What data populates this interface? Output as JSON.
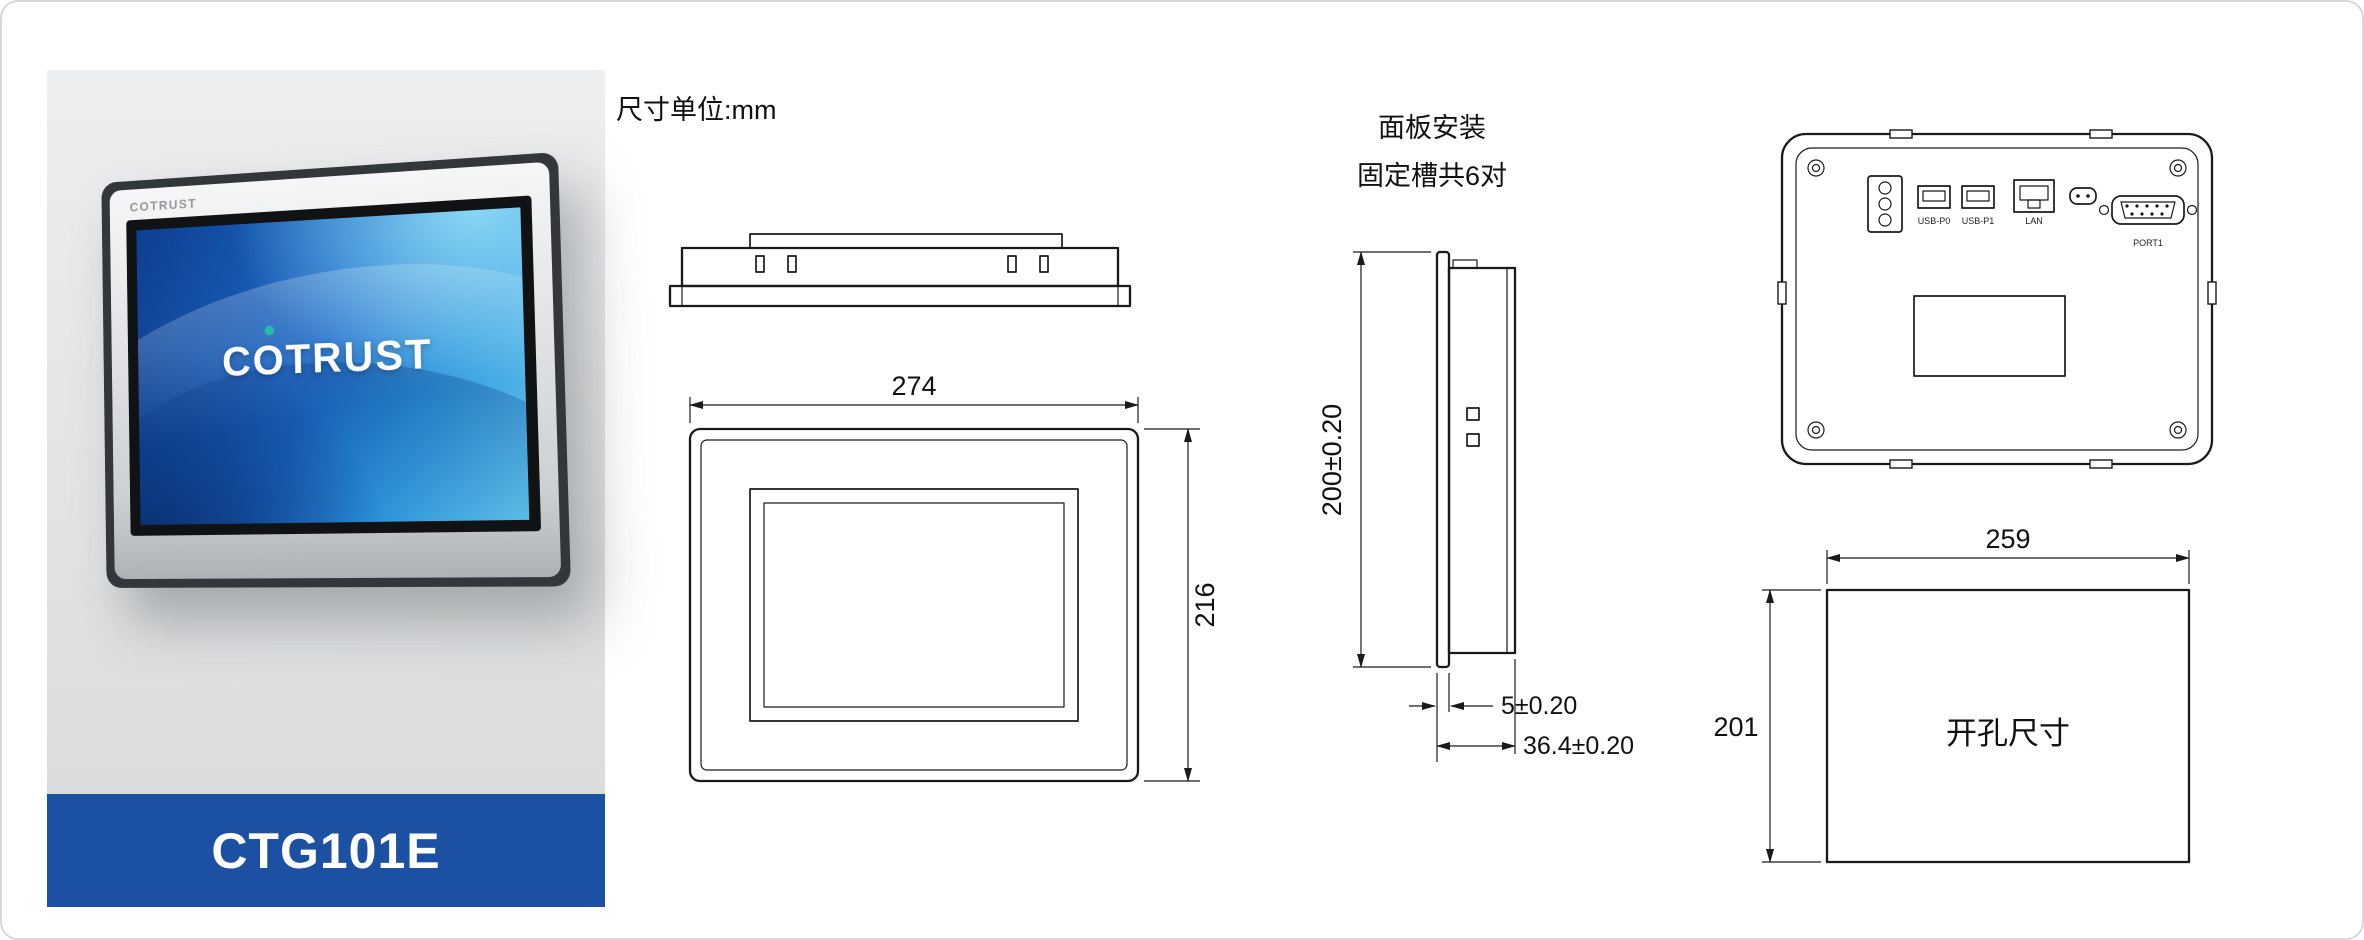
{
  "page": {
    "unit_label": "尺寸单位:mm"
  },
  "product": {
    "brand": "COTRUST",
    "brand_badge": "COTRUST",
    "model": "CTG101E",
    "banner_color": "#1c50a2",
    "logo_accent": "#27b9ae",
    "photo_background": "#e6e8ea"
  },
  "front_view": {
    "width": "274",
    "height": "216"
  },
  "side_view": {
    "title_line1": "面板安装",
    "title_line2": "固定槽共6对",
    "height": "200±0.20",
    "bezel_thickness": "5±0.20",
    "mount_depth": "36.4±0.20"
  },
  "rear_view": {
    "usb0": "USB-P0",
    "usb1": "USB-P1",
    "lan": "LAN",
    "com": "PORT1"
  },
  "cutout": {
    "width": "259",
    "height": "201",
    "label": "开孔尺寸"
  }
}
